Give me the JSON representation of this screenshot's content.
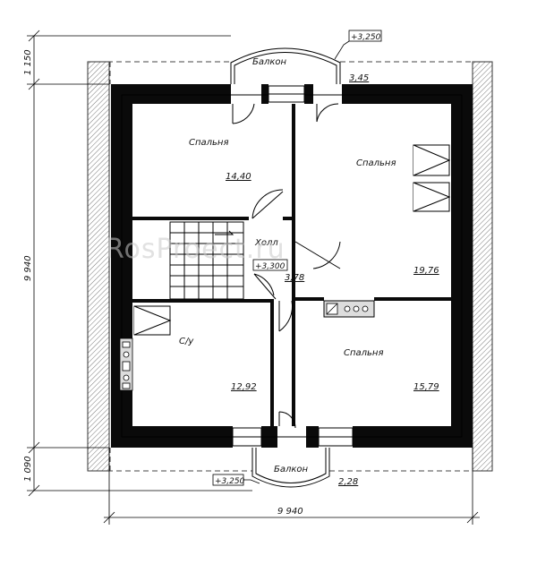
{
  "rooms": {
    "bedroom_nw": {
      "label": "Спальня",
      "area": "14,40"
    },
    "bedroom_ne": {
      "label": "Спальня",
      "area": "19,76"
    },
    "hall": {
      "label": "Холл",
      "area": "3,78"
    },
    "bathroom": {
      "label": "С/у",
      "area": "12,92"
    },
    "bedroom_se": {
      "label": "Спальня",
      "area": "15,79"
    }
  },
  "balconies": {
    "top": {
      "label": "Балкон",
      "area": "3,45",
      "level": "+3,250"
    },
    "bottom": {
      "label": "Балкон",
      "area": "2,28",
      "level": "+3,250"
    }
  },
  "floor_level": "+3,300",
  "dimensions": {
    "left_top": "1 150",
    "left_mid": "9 940",
    "left_bottom": "1 090",
    "bottom": "9 940"
  },
  "watermark": "RosProect.ru"
}
